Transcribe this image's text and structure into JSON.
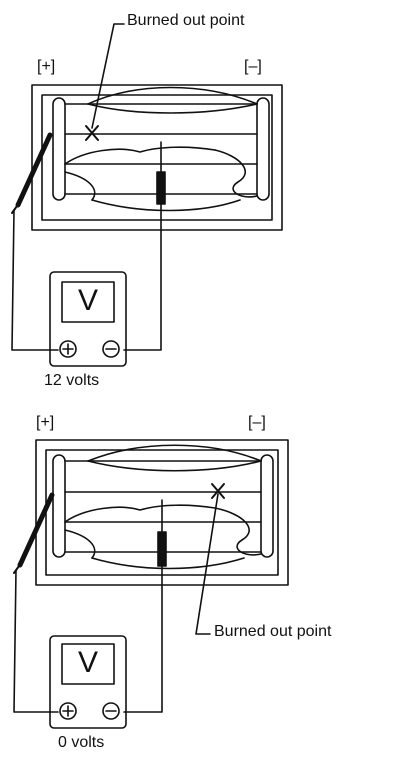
{
  "diagrams": [
    {
      "callout": "Burned out point",
      "plus_label": "[+]",
      "minus_label": "[–]",
      "meter_letter": "V",
      "reading": "12 volts"
    },
    {
      "callout": "Burned out point",
      "plus_label": "[+]",
      "minus_label": "[–]",
      "meter_letter": "V",
      "reading": "0 volts"
    }
  ],
  "icons": {
    "break_mark": "x-mark-icon",
    "positive_terminal": "plus-circle-icon",
    "negative_terminal": "minus-circle-icon"
  },
  "colors": {
    "ink": "#111111",
    "paper": "#ffffff"
  }
}
